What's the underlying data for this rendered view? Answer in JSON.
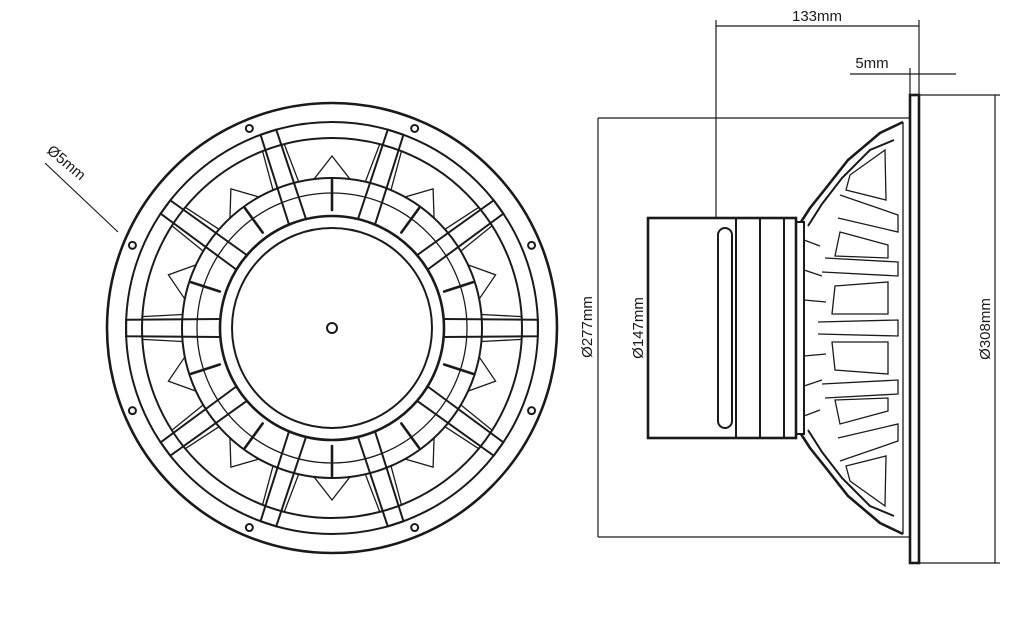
{
  "colors": {
    "ink": "#1a1a1a",
    "background": "#ffffff"
  },
  "dimensions": {
    "depth": "133mm",
    "flange": "5mm",
    "hole": "Ø5mm",
    "cutout": "Ø277mm",
    "magnet": "Ø147mm",
    "outer": "Ø308mm"
  },
  "basket": {
    "spokes": 10,
    "mounting_holes": 8
  }
}
